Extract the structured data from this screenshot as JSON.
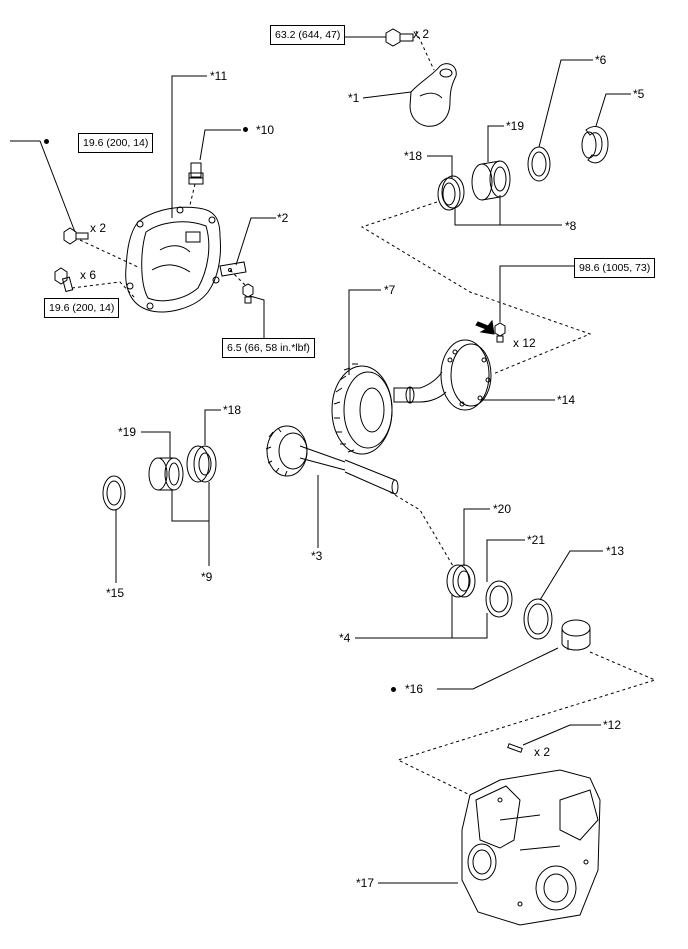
{
  "torques": {
    "t1": "63.2 (644, 47)",
    "t2": "19.6 (200, 14)",
    "t3": "19.6 (200, 14)",
    "t4": "98.6 (1005, 73)",
    "t5": "6.5 (66, 58 in.*lbf)"
  },
  "quantities": {
    "q_bolt1": "x 2",
    "q_bolt_cover_upper": "x 2",
    "q_bolt_cover_lower": "x 6",
    "q_bolt_ring": "x 12",
    "q_pin": "x 2"
  },
  "callouts": {
    "c1": "*1",
    "c2": "*2",
    "c3": "*3",
    "c4": "*4",
    "c5": "*5",
    "c6": "*6",
    "c7": "*7",
    "c8": "*8",
    "c9": "*9",
    "c10": "*10",
    "c11": "*11",
    "c12": "*12",
    "c13": "*13",
    "c14": "*14",
    "c15": "*15",
    "c16": "*16",
    "c17": "*17",
    "c18a": "*18",
    "c18b": "*18",
    "c19a": "*19",
    "c19b": "*19",
    "c20": "*20",
    "c21": "*21"
  }
}
